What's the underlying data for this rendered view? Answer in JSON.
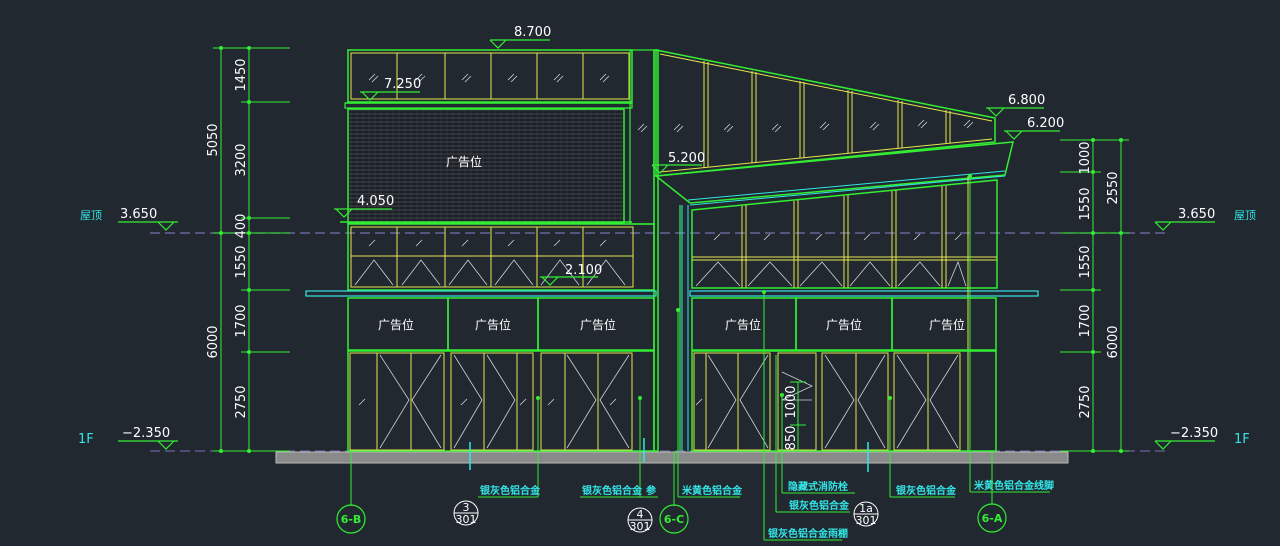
{
  "elevations": {
    "e8700": "8.700",
    "e7250": "7.250",
    "e6800": "6.800",
    "e6200": "6.200",
    "e5200": "5.200",
    "e4050": "4.050",
    "e2100": "2.100",
    "e3650_left": "3.650",
    "e3650_right": "3.650",
    "em2350_left": "−2.350",
    "em2350_right": "−2.350"
  },
  "level_labels": {
    "roof_left": "屋顶",
    "roof_right": "屋顶",
    "f1_left": "1F",
    "f1_right": "1F"
  },
  "dims_left": {
    "d1450": "1450",
    "d3200": "3200",
    "d400": "400",
    "d1550": "1550",
    "d1700": "1700",
    "d2750": "2750",
    "total_5050": "5050",
    "total_6000": "6000"
  },
  "dims_right": {
    "d1000": "1000",
    "d1550a": "1550",
    "d1550b": "1550",
    "d1700": "1700",
    "d2750": "2750",
    "total_2550": "2550",
    "total_6000": "6000"
  },
  "door_dims": {
    "d1000": "1000",
    "d850": "850"
  },
  "ad_labels": {
    "big_board": "广告位",
    "left_1": "广告位",
    "left_2": "广告位",
    "left_3": "广告位",
    "right_1": "广告位",
    "right_2": "广告位",
    "right_3": "广告位"
  },
  "callouts": {
    "c1": "银灰色铝合金",
    "c2": "银灰色铝合金",
    "c2_suffix": "参",
    "c3": "米黄色铝合金",
    "c4": "隐藏式消防栓",
    "c5": "银灰色铝合金",
    "c6": "银灰色铝合金",
    "c7": "米黄色铝合金线脚",
    "c8": "银灰色铝合金雨棚"
  },
  "axes": {
    "a1": "6-B",
    "a2": "6-C",
    "a3": "6-A"
  },
  "detail_refs": {
    "r1_top": "3",
    "r1_bottom": "301",
    "r2_top": "4",
    "r2_bottom": "301",
    "r3_top": "1a",
    "r3_bottom": "301"
  },
  "colors": {
    "background": "#212830",
    "structure": "#33ee33",
    "frame": "#e6e64d",
    "glass": "#d0d4d8",
    "text": "#ffffff",
    "annotation": "#33e6e6",
    "level_line": "#7a6fb0"
  }
}
